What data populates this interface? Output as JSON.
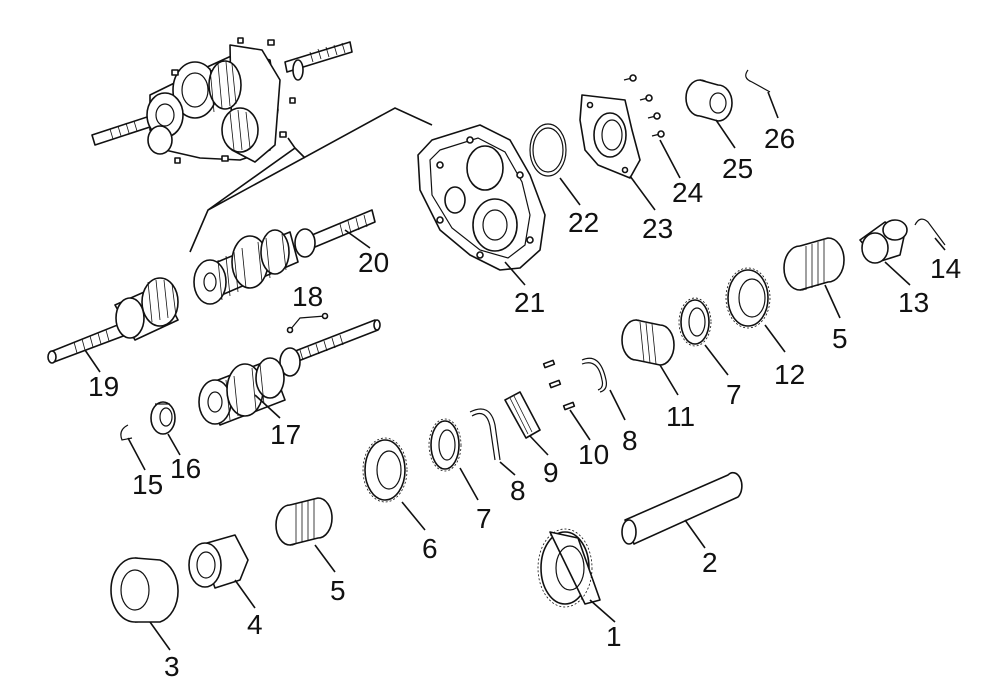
{
  "diagram": {
    "callouts": [
      {
        "id": "c1",
        "text": "1"
      },
      {
        "id": "c2",
        "text": "2"
      },
      {
        "id": "c3",
        "text": "3"
      },
      {
        "id": "c4",
        "text": "4"
      },
      {
        "id": "c5a",
        "text": "5"
      },
      {
        "id": "c5b",
        "text": "5"
      },
      {
        "id": "c6",
        "text": "6"
      },
      {
        "id": "c7a",
        "text": "7"
      },
      {
        "id": "c7b",
        "text": "7"
      },
      {
        "id": "c8a",
        "text": "8"
      },
      {
        "id": "c8b",
        "text": "8"
      },
      {
        "id": "c9",
        "text": "9"
      },
      {
        "id": "c10",
        "text": "10"
      },
      {
        "id": "c11",
        "text": "11"
      },
      {
        "id": "c12",
        "text": "12"
      },
      {
        "id": "c13",
        "text": "13"
      },
      {
        "id": "c14",
        "text": "14"
      },
      {
        "id": "c15",
        "text": "15"
      },
      {
        "id": "c16",
        "text": "16"
      },
      {
        "id": "c17",
        "text": "17"
      },
      {
        "id": "c18",
        "text": "18"
      },
      {
        "id": "c19",
        "text": "19"
      },
      {
        "id": "c20",
        "text": "20"
      },
      {
        "id": "c21",
        "text": "21"
      },
      {
        "id": "c22",
        "text": "22"
      },
      {
        "id": "c23",
        "text": "23"
      },
      {
        "id": "c24",
        "text": "24"
      },
      {
        "id": "c25",
        "text": "25"
      },
      {
        "id": "c26",
        "text": "26"
      }
    ],
    "line_color": "#111111",
    "background": "#ffffff"
  }
}
